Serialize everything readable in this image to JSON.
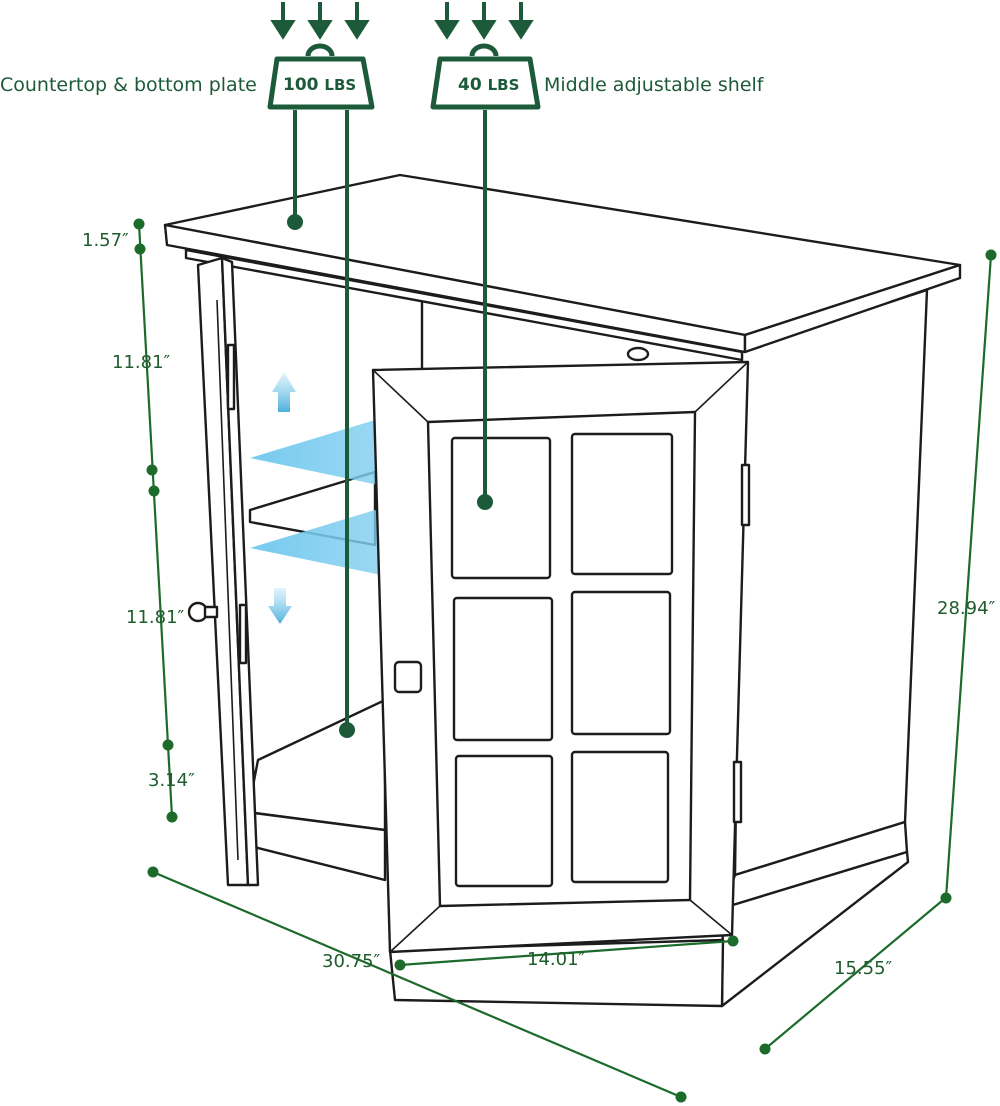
{
  "loads": {
    "left": {
      "caption": "Countertop & bottom plate",
      "value": "100",
      "unit": "LBS"
    },
    "right": {
      "caption": "Middle adjustable shelf",
      "value": "40",
      "unit": "LBS"
    }
  },
  "dimensions": {
    "top_thickness": "1.57″",
    "upper_compartment": "11.81″",
    "lower_compartment": "11.81″",
    "base_height": "3.14″",
    "total_height": "28.94″",
    "width": "30.75″",
    "door_width": "14.01″",
    "depth": "15.55″"
  },
  "colors": {
    "dimension_green": "#1c6b2a",
    "load_green": "#1d5a3a",
    "shelf_highlight": "#6fc7ee"
  }
}
